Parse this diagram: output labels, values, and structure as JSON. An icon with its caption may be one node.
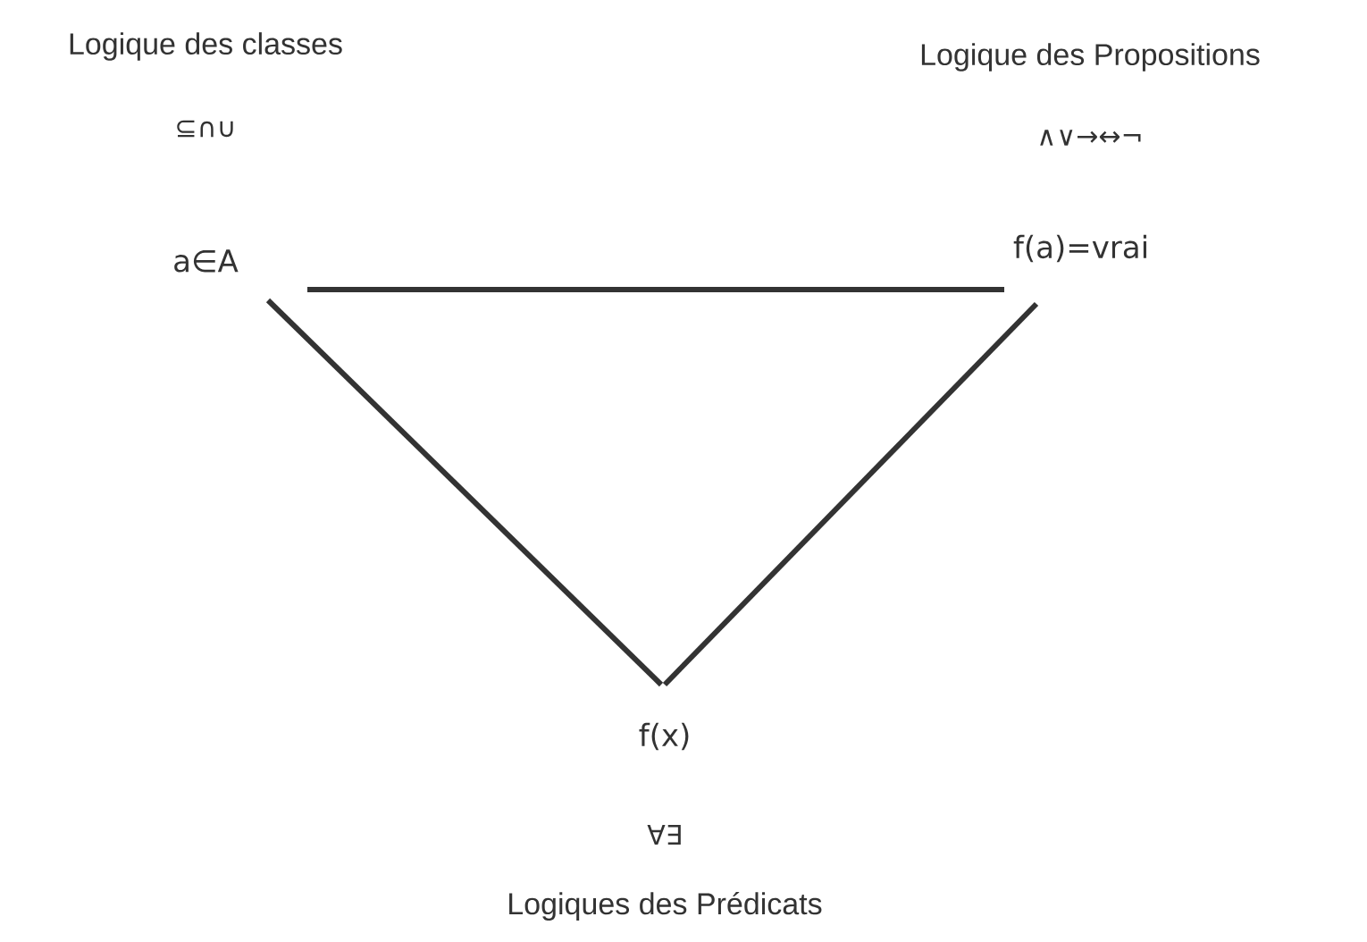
{
  "diagram": {
    "nodes": [
      {
        "text": [
          "Logique des classes",
          "⊆∩∪",
          "a∈A"
        ]
      },
      {
        "text": [
          "Logique des Propositions",
          "∧∨→↔¬",
          "f(a)=vrai"
        ]
      },
      {
        "text": [
          "f(x)",
          "∀∃",
          "Logiques des Prédicats"
        ]
      }
    ],
    "edges": [
      {
        "from": 0,
        "to": 1,
        "arrow": "none"
      },
      {
        "from": 0,
        "to": 2,
        "arrow": "none"
      },
      {
        "from": 1,
        "to": 2,
        "arrow": "none"
      }
    ]
  }
}
